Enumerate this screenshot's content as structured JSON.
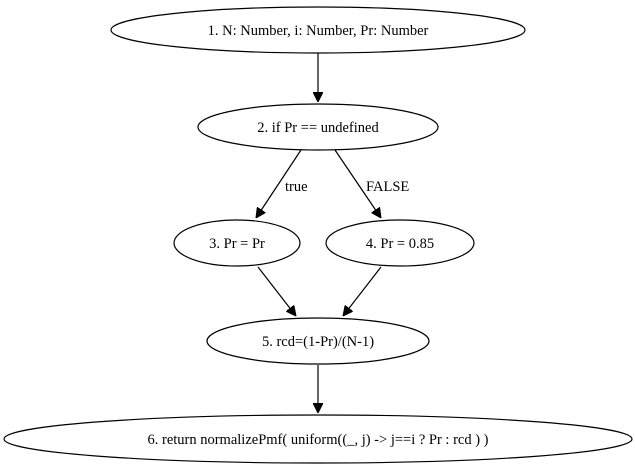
{
  "nodes": [
    {
      "id": "n1",
      "label": "1. N: Number, i: Number, Pr: Number"
    },
    {
      "id": "n2",
      "label": "2. if Pr == undefined"
    },
    {
      "id": "n3",
      "label": "3. Pr = Pr"
    },
    {
      "id": "n4",
      "label": "4. Pr = 0.85"
    },
    {
      "id": "n5",
      "label": "5. rcd=(1-Pr)/(N-1)"
    },
    {
      "id": "n6",
      "label": "6. return normalizePmf( uniform((_, j) -> j==i ? Pr : rcd ) )"
    }
  ],
  "edges": [
    {
      "from": "n1",
      "to": "n2",
      "label": ""
    },
    {
      "from": "n2",
      "to": "n3",
      "label": "true"
    },
    {
      "from": "n2",
      "to": "n4",
      "label": "FALSE"
    },
    {
      "from": "n3",
      "to": "n5",
      "label": ""
    },
    {
      "from": "n4",
      "to": "n5",
      "label": ""
    },
    {
      "from": "n5",
      "to": "n6",
      "label": ""
    }
  ]
}
